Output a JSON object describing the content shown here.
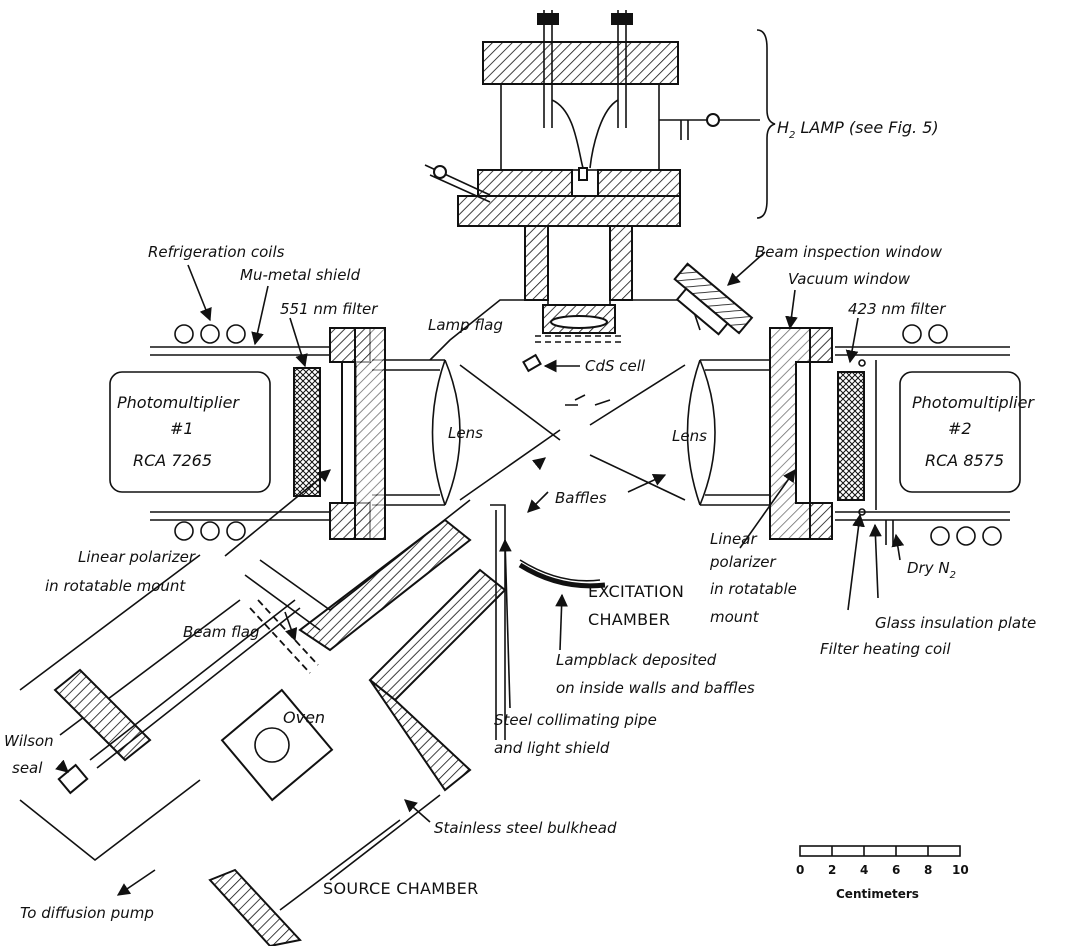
{
  "labels": {
    "h2_lamp": "H",
    "h2_sub": "2",
    "h2_rest": " LAMP (see Fig. 5)",
    "refrigeration_coils": "Refrigeration coils",
    "mu_metal_shield": "Mu-metal shield",
    "filter_551": "551 nm filter",
    "lamp_flag": "Lamp flag",
    "cds_cell": "CdS cell",
    "beam_inspection_window": "Beam inspection window",
    "vacuum_window": "Vacuum window",
    "filter_423": "423 nm filter",
    "pm1_line1": "Photomultiplier",
    "pm1_line2": "#1",
    "pm1_line3": "RCA 7265",
    "pm2_line1": "Photomultiplier",
    "pm2_line2": "#2",
    "pm2_line3": "RCA 8575",
    "lens_left": "Lens",
    "lens_right": "Lens",
    "baffles": "Baffles",
    "linear_polarizer_left_1": "Linear polarizer",
    "linear_polarizer_left_2": "in rotatable mount",
    "linear_polarizer_right_1": "Linear",
    "linear_polarizer_right_2": "polarizer",
    "linear_polarizer_right_3": "in rotatable",
    "linear_polarizer_right_4": "mount",
    "excitation_1": "EXCITATION",
    "excitation_2": "CHAMBER",
    "dry_n2": "Dry N",
    "dry_n2_sub": "2",
    "glass_insulation_plate": "Glass insulation plate",
    "filter_heating_coil": "Filter heating coil",
    "lampblack_1": "Lampblack deposited",
    "lampblack_2": "on inside walls and baffles",
    "beam_flag": "Beam flag",
    "steel_pipe_1": "Steel collimating pipe",
    "steel_pipe_2": "and light shield",
    "oven": "Oven",
    "wilson_1": "Wilson",
    "wilson_2": "seal",
    "stainless_bulkhead": "Stainless steel bulkhead",
    "source_chamber": "SOURCE CHAMBER",
    "to_diffusion_pump": "To diffusion pump"
  },
  "scale_bar": {
    "ticks": [
      "0",
      "2",
      "4",
      "6",
      "8",
      "10"
    ],
    "unit": "Centimeters"
  }
}
